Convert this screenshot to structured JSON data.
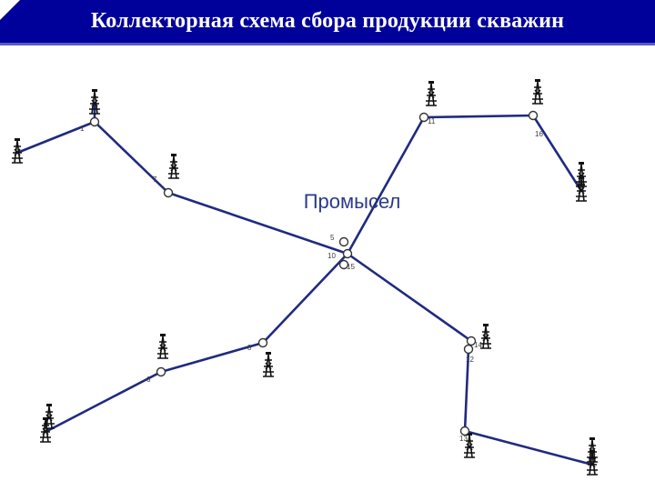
{
  "title": "Коллекторная схема сбора продукции скважин",
  "field_label": "Промысел",
  "colors": {
    "title_bg": "#00009b",
    "pipe": "#1f2a80",
    "well": "#111111",
    "label": "#3a3a3a",
    "field_label": "#2b3a8c"
  },
  "nodes": [
    {
      "id": "n1",
      "label": "1"
    },
    {
      "id": "n7",
      "label": "7"
    },
    {
      "id": "n5",
      "label": "5"
    },
    {
      "id": "n10",
      "label": "10"
    },
    {
      "id": "n15",
      "label": "15"
    },
    {
      "id": "n11",
      "label": "11"
    },
    {
      "id": "n16",
      "label": "16"
    },
    {
      "id": "n8",
      "label": "8"
    },
    {
      "id": "n6",
      "label": "6"
    },
    {
      "id": "n14",
      "label": "14"
    },
    {
      "id": "n12",
      "label": "12"
    },
    {
      "id": "n13",
      "label": "13"
    }
  ],
  "wells": [
    {
      "id": "w1"
    },
    {
      "id": "w2"
    },
    {
      "id": "w3"
    },
    {
      "id": "w4"
    },
    {
      "id": "w5"
    },
    {
      "id": "w6"
    },
    {
      "id": "w7"
    },
    {
      "id": "w8"
    },
    {
      "id": "w9"
    },
    {
      "id": "w10"
    },
    {
      "id": "w11"
    },
    {
      "id": "w12"
    },
    {
      "id": "w13"
    },
    {
      "id": "w14"
    },
    {
      "id": "w15"
    }
  ],
  "pipelines": [
    [
      "w2",
      "n1"
    ],
    [
      "n1",
      "w1"
    ],
    [
      "n1",
      "n7"
    ],
    [
      "n7",
      "n10"
    ],
    [
      "n10",
      "n11"
    ],
    [
      "n11",
      "n16"
    ],
    [
      "n16",
      "w7"
    ],
    [
      "n10",
      "n8"
    ],
    [
      "n8",
      "n6"
    ],
    [
      "n6",
      "w11"
    ],
    [
      "n10",
      "n14"
    ],
    [
      "n14",
      "n12"
    ],
    [
      "n12",
      "n13"
    ],
    [
      "n13",
      "w15"
    ]
  ]
}
